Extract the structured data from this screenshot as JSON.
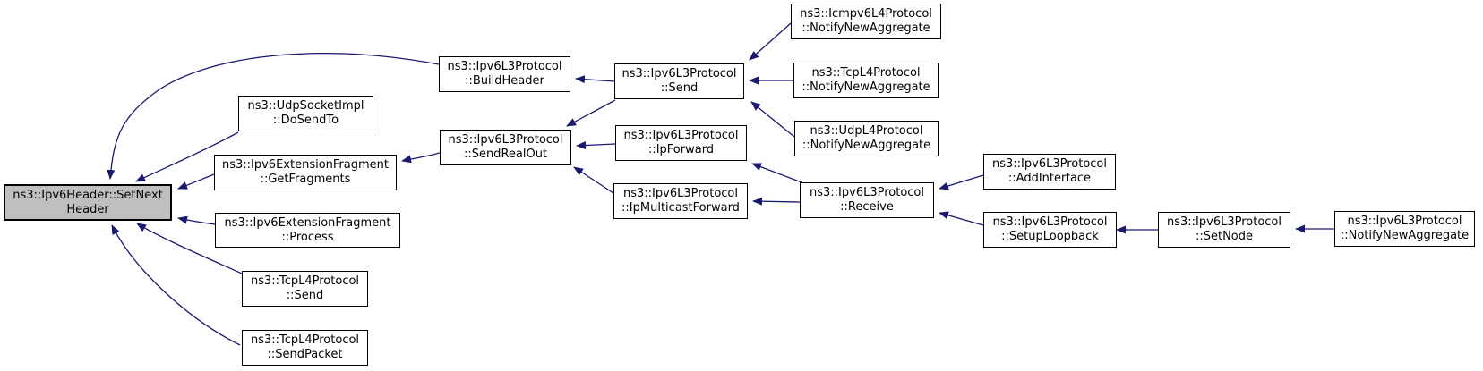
{
  "diagram": {
    "kind": "doxygen-caller-graph",
    "root_function": "ns3::Ipv6Header::SetNextHeader",
    "colors": {
      "edge": "#191970",
      "node_border": "#000000",
      "node_fill": "#ffffff",
      "root_node_fill": "#bfbfbf",
      "text": "#000000",
      "background": "#ffffff"
    },
    "nodes": [
      {
        "id": "ipv6header-setnextheader",
        "line1": "ns3::Ipv6Header::SetNext",
        "line2": "Header",
        "root": true
      },
      {
        "id": "udpsocketimpl-dosendto",
        "line1": "ns3::UdpSocketImpl",
        "line2": "::DoSendTo",
        "root": false
      },
      {
        "id": "ipv6extensionfragment-getfragments",
        "line1": "ns3::Ipv6ExtensionFragment",
        "line2": "::GetFragments",
        "root": false
      },
      {
        "id": "ipv6extensionfragment-process",
        "line1": "ns3::Ipv6ExtensionFragment",
        "line2": "::Process",
        "root": false
      },
      {
        "id": "tcpl4protocol-send",
        "line1": "ns3::TcpL4Protocol",
        "line2": "::Send",
        "root": false
      },
      {
        "id": "tcpl4protocol-sendpacket",
        "line1": "ns3::TcpL4Protocol",
        "line2": "::SendPacket",
        "root": false
      },
      {
        "id": "ipv6l3protocol-buildheader",
        "line1": "ns3::Ipv6L3Protocol",
        "line2": "::BuildHeader",
        "root": false
      },
      {
        "id": "ipv6l3protocol-sendrealout",
        "line1": "ns3::Ipv6L3Protocol",
        "line2": "::SendRealOut",
        "root": false
      },
      {
        "id": "ipv6l3protocol-send",
        "line1": "ns3::Ipv6L3Protocol",
        "line2": "::Send",
        "root": false
      },
      {
        "id": "ipv6l3protocol-ipforward",
        "line1": "ns3::Ipv6L3Protocol",
        "line2": "::IpForward",
        "root": false
      },
      {
        "id": "ipv6l3protocol-ipmulticastforward",
        "line1": "ns3::Ipv6L3Protocol",
        "line2": "::IpMulticastForward",
        "root": false
      },
      {
        "id": "icmpv6l4protocol-notifynewaggregate",
        "line1": "ns3::Icmpv6L4Protocol",
        "line2": "::NotifyNewAggregate",
        "root": false
      },
      {
        "id": "tcpl4protocol-notifynewaggregate",
        "line1": "ns3::TcpL4Protocol",
        "line2": "::NotifyNewAggregate",
        "root": false
      },
      {
        "id": "udpl4protocol-notifynewaggregate",
        "line1": "ns3::UdpL4Protocol",
        "line2": "::NotifyNewAggregate",
        "root": false
      },
      {
        "id": "ipv6l3protocol-receive",
        "line1": "ns3::Ipv6L3Protocol",
        "line2": "::Receive",
        "root": false
      },
      {
        "id": "ipv6l3protocol-addinterface",
        "line1": "ns3::Ipv6L3Protocol",
        "line2": "::AddInterface",
        "root": false
      },
      {
        "id": "ipv6l3protocol-setuploopback",
        "line1": "ns3::Ipv6L3Protocol",
        "line2": "::SetupLoopback",
        "root": false
      },
      {
        "id": "ipv6l3protocol-setnode",
        "line1": "ns3::Ipv6L3Protocol",
        "line2": "::SetNode",
        "root": false
      },
      {
        "id": "ipv6l3protocol-notifynewaggregate",
        "line1": "ns3::Ipv6L3Protocol",
        "line2": "::NotifyNewAggregate",
        "root": false
      }
    ],
    "edges": [
      {
        "from": "ipv6l3protocol-buildheader",
        "to": "ipv6header-setnextheader"
      },
      {
        "from": "udpsocketimpl-dosendto",
        "to": "ipv6header-setnextheader"
      },
      {
        "from": "ipv6extensionfragment-getfragments",
        "to": "ipv6header-setnextheader"
      },
      {
        "from": "ipv6extensionfragment-process",
        "to": "ipv6header-setnextheader"
      },
      {
        "from": "tcpl4protocol-send",
        "to": "ipv6header-setnextheader"
      },
      {
        "from": "tcpl4protocol-sendpacket",
        "to": "ipv6header-setnextheader"
      },
      {
        "from": "ipv6l3protocol-send",
        "to": "ipv6l3protocol-buildheader"
      },
      {
        "from": "ipv6l3protocol-send",
        "to": "ipv6l3protocol-sendrealout"
      },
      {
        "from": "ipv6l3protocol-ipforward",
        "to": "ipv6l3protocol-sendrealout"
      },
      {
        "from": "ipv6l3protocol-ipmulticastforward",
        "to": "ipv6l3protocol-sendrealout"
      },
      {
        "from": "ipv6l3protocol-sendrealout",
        "to": "ipv6extensionfragment-getfragments"
      },
      {
        "from": "icmpv6l4protocol-notifynewaggregate",
        "to": "ipv6l3protocol-send"
      },
      {
        "from": "tcpl4protocol-notifynewaggregate",
        "to": "ipv6l3protocol-send"
      },
      {
        "from": "udpl4protocol-notifynewaggregate",
        "to": "ipv6l3protocol-send"
      },
      {
        "from": "ipv6l3protocol-receive",
        "to": "ipv6l3protocol-ipforward"
      },
      {
        "from": "ipv6l3protocol-receive",
        "to": "ipv6l3protocol-ipmulticastforward"
      },
      {
        "from": "ipv6l3protocol-addinterface",
        "to": "ipv6l3protocol-receive"
      },
      {
        "from": "ipv6l3protocol-setuploopback",
        "to": "ipv6l3protocol-receive"
      },
      {
        "from": "ipv6l3protocol-setnode",
        "to": "ipv6l3protocol-setuploopback"
      },
      {
        "from": "ipv6l3protocol-notifynewaggregate",
        "to": "ipv6l3protocol-setnode"
      }
    ]
  }
}
